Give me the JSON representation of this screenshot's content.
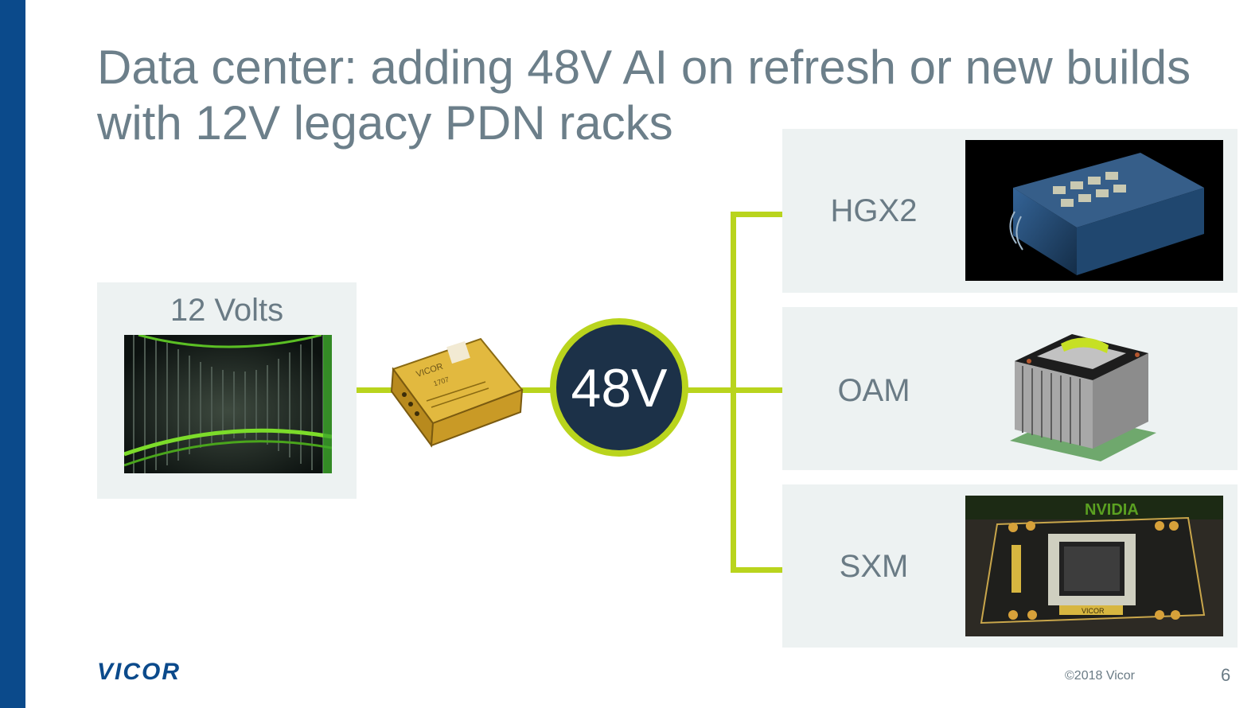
{
  "slide": {
    "title": "Data center: adding 48V AI on refresh or new builds with 12V legacy PDN racks",
    "source": {
      "label": "12 Volts",
      "image": "datacenter-corridor-photo"
    },
    "converter": {
      "image": "vicor-power-module",
      "chip_brand": "VICOR",
      "chip_code": "1707"
    },
    "hub": {
      "label": "48V"
    },
    "targets": [
      {
        "label": "HGX2",
        "image": "hgx2-server-photo"
      },
      {
        "label": "OAM",
        "image": "oam-module-heatsink-photo"
      },
      {
        "label": "SXM",
        "image": "sxm-board-photo"
      }
    ],
    "sxm_board_text": {
      "nvidia": "NVIDIA",
      "vicor": "VICOR"
    },
    "footer": {
      "logo": "VICOR",
      "copyright": "©2018 Vicor",
      "page": "6"
    },
    "colors": {
      "accent": "#b9d41d",
      "navy": "#1c3148",
      "brand_blue": "#0b4a8b",
      "panel": "#edf2f2",
      "text_gray": "#6a7b85"
    }
  }
}
